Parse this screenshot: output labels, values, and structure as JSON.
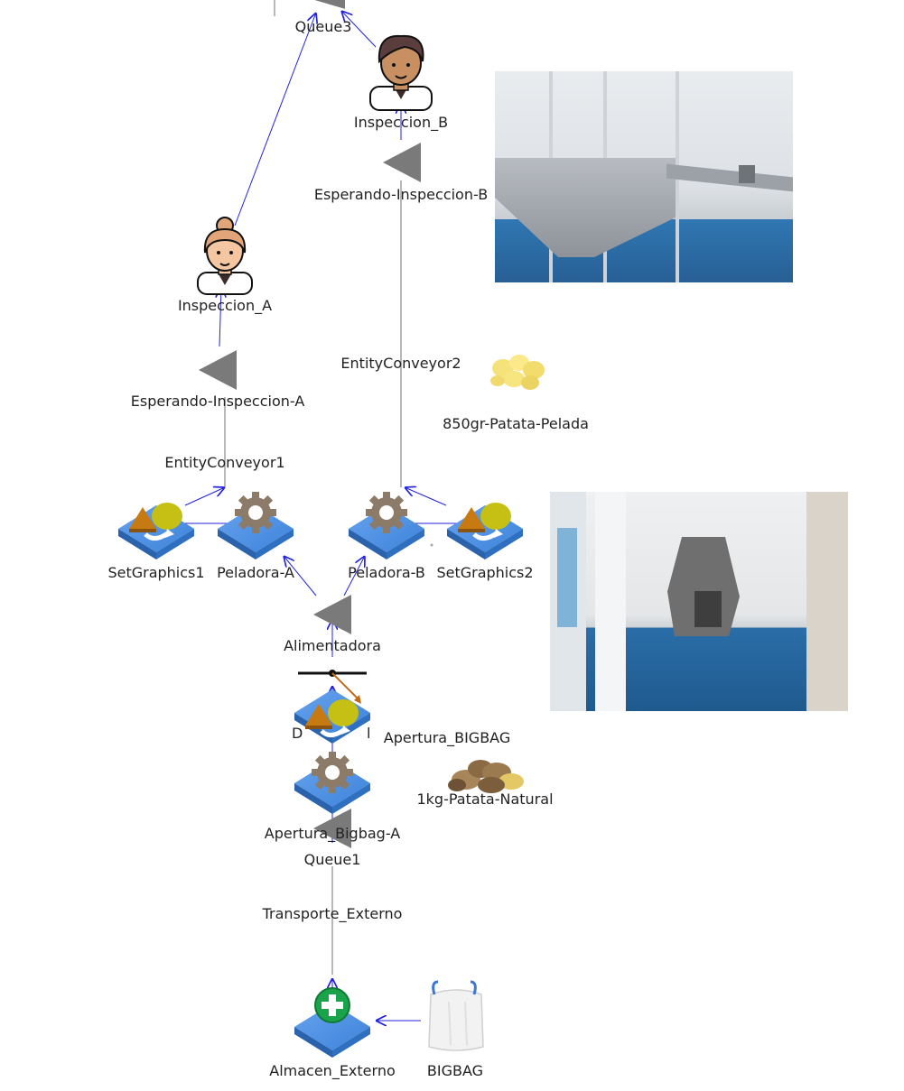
{
  "labels": {
    "queue3": "Queue3",
    "inspeccion_b": "Inspeccion_B",
    "esperando_b": "Esperando-Inspeccion-B",
    "inspeccion_a": "Inspeccion_A",
    "esperando_a": "Esperando-Inspeccion-A",
    "conveyor2": "EntityConveyor2",
    "conveyor1": "EntityConveyor1",
    "patata_pelada": "850gr-Patata-Pelada",
    "setgraphics1": "SetGraphics1",
    "peladora_a": "Peladora-A",
    "peladora_b": "Peladora-B",
    "setgraphics2": "SetGraphics2",
    "alimentadora": "Alimentadora",
    "partially_hidden": "D",
    "partially_hidden_2": "l",
    "apertura_bigbag": "Apertura_BIGBAG",
    "patata_natural": "1kg-Patata-Natural",
    "apertura_bigbag_a": "Apertura_Bigbag-A",
    "queue1": "Queue1",
    "transporte_externo": "Transporte_Externo",
    "almacen_externo": "Almacen_Externo",
    "bigbag": "BIGBAG"
  },
  "colors": {
    "arrow": "#2222dd",
    "conveyor": "#9a9a9a",
    "queue": "#7a7a7a",
    "platform": "#4a8fe0",
    "gear": "#8a7a6a",
    "triangle": "#c77a12",
    "circle": "#c2be12",
    "floor": "#2f77b3",
    "wall": "#e9ecef"
  },
  "icons": {
    "person_b": "inspector-male-icon",
    "person_a": "inspector-female-icon",
    "gear": "gear-icon",
    "set_graphics": "shapes-icon",
    "generator": "plus-icon",
    "bigbag": "bigbag-icon",
    "potato": "potato-icon"
  }
}
